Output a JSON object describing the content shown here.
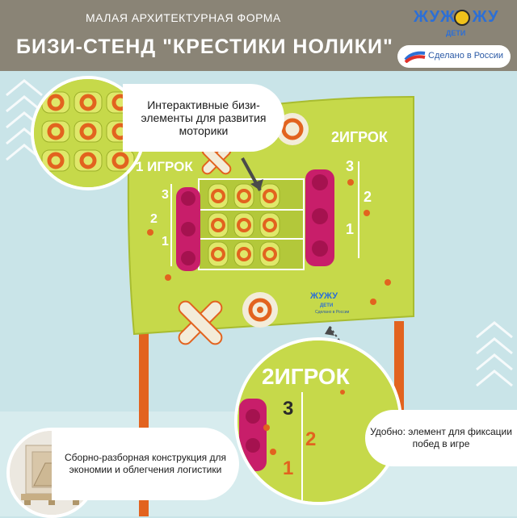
{
  "header": {
    "kicker": "МАЛАЯ АРХИТЕКТУРНАЯ ФОРМА",
    "title": "БИЗИ-СТЕНД \"КРЕСТИКИ НОЛИКИ\""
  },
  "brand": {
    "word": "ЖУЖУ ЖУ",
    "sub": "ДЕТИ",
    "made_in": "Сделано в России"
  },
  "board": {
    "player1": "1 ИГРОК",
    "player2": "2ИГРОК",
    "small_logo": "ЖУЖУ",
    "small_logo_sub": "ДЕТИ",
    "small_made_in": "Сделано в России",
    "left_scale": [
      "3",
      "2",
      "1"
    ],
    "right_scale": [
      "3",
      "2",
      "1"
    ]
  },
  "callouts": {
    "top": "Интерактивные бизи-элементы для развития моторики",
    "bottom_left": "Сборно-разборная конструкция для экономии и облегчения логистики",
    "bottom_right": "Удобно: элемент для фиксации побед в игре"
  },
  "zoom": {
    "player2": "2ИГРОК",
    "scale": [
      "3",
      "2",
      "1"
    ]
  },
  "colors": {
    "board": "#c6d94a",
    "orange": "#e2631f",
    "magenta": "#c81e6a",
    "cream": "#f3ecd9",
    "header": "#8a8476",
    "background": "#c9e4e8"
  }
}
